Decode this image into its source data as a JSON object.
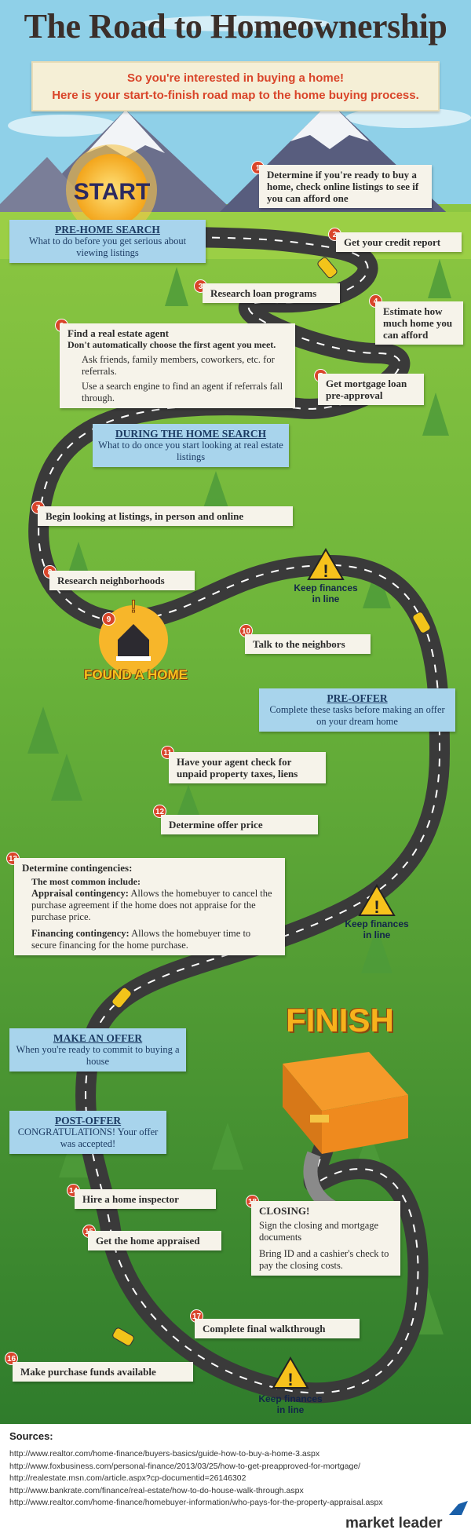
{
  "title": "The Road to Homeownership",
  "banner": {
    "line1": "So you're interested in buying a home!",
    "line2": "Here is your start-to-finish road map to the home buying process."
  },
  "start_label": "START",
  "finish_label": "FINISH",
  "found_label": "FOUND A HOME",
  "phases": {
    "pre_home": {
      "title": "PRE-HOME SEARCH",
      "text": "What to do before you get serious about viewing listings"
    },
    "during": {
      "title": "DURING THE HOME SEARCH",
      "text": "What to do once you start looking at real estate listings"
    },
    "pre_offer": {
      "title": "PRE-OFFER",
      "text": "Complete these tasks before making an offer on your dream home"
    },
    "make_offer": {
      "title": "MAKE AN OFFER",
      "text": "When you're ready to commit to buying a house"
    },
    "post_offer": {
      "title": "POST-OFFER",
      "text": "CONGRATULATIONS! Your offer was accepted!"
    }
  },
  "steps": {
    "s1": {
      "num": "1",
      "text": "Determine if you're ready to buy a home, check online listings to see if you can afford one"
    },
    "s2": {
      "num": "2",
      "text": "Get your credit report"
    },
    "s3": {
      "num": "3",
      "text": "Research loan programs"
    },
    "s4": {
      "num": "4",
      "text": "Estimate how much home you can afford"
    },
    "s5": {
      "num": "5",
      "text": "Get mortgage loan pre-approval"
    },
    "s6": {
      "num": "6",
      "title": "Find a real estate agent",
      "text": "Don't automatically choose the first agent you meet.",
      "b1": "Ask friends, family members, coworkers, etc. for referrals.",
      "b2": "Use a search engine to find an agent if referrals fall through."
    },
    "s7": {
      "num": "7",
      "text": "Begin looking at listings, in person and online"
    },
    "s8": {
      "num": "8",
      "text": "Research neighborhoods"
    },
    "s9": {
      "num": "9"
    },
    "s10": {
      "num": "10",
      "text": "Talk to the neighbors"
    },
    "s11": {
      "num": "11",
      "text": "Have your agent check for unpaid property taxes, liens"
    },
    "s12": {
      "num": "12",
      "text": "Determine offer price"
    },
    "s13": {
      "num": "13",
      "title": "Determine contingencies:",
      "sub": "The most common include:",
      "c1_label": "Appraisal contingency:",
      "c1_text": "Allows the homebuyer to cancel the purchase agreement if the home does not appraise for the purchase price.",
      "c2_label": "Financing contingency:",
      "c2_text": "Allows the homebuyer time to secure financing for the home purchase."
    },
    "s14": {
      "num": "14",
      "text": "Hire a home inspector"
    },
    "s15": {
      "num": "15",
      "text": "Get the home appraised"
    },
    "s16": {
      "num": "16",
      "text": "Make purchase funds available"
    },
    "s17": {
      "num": "17",
      "text": "Complete final walkthrough"
    },
    "s18": {
      "num": "18",
      "title": "CLOSING!",
      "p1": "Sign the closing and mortgage documents",
      "p2": "Bring ID and a cashier's check to pay the closing costs."
    }
  },
  "warning": {
    "line1": "Keep finances",
    "line2": "in line"
  },
  "sources": {
    "heading": "Sources:",
    "links": [
      "http://www.realtor.com/home-finance/buyers-basics/guide-how-to-buy-a-home-3.aspx",
      "http://www.foxbusiness.com/personal-finance/2013/03/25/how-to-get-preapproved-for-mortgage/",
      "http://realestate.msn.com/article.aspx?cp-documentid=26146302",
      "http://www.bankrate.com/finance/real-estate/how-to-do-house-walk-through.aspx",
      "http://www.realtor.com/home-finance/homebuyer-information/who-pays-for-the-property-appraisal.aspx"
    ]
  },
  "brand": "market leader",
  "colors": {
    "sky": "#8fd0e8",
    "grass_light": "#8cc63f",
    "grass_dark": "#3c8a2e",
    "road": "#3a3a3a",
    "accent": "#d9452a",
    "phase_blue": "#a8d4ec"
  }
}
